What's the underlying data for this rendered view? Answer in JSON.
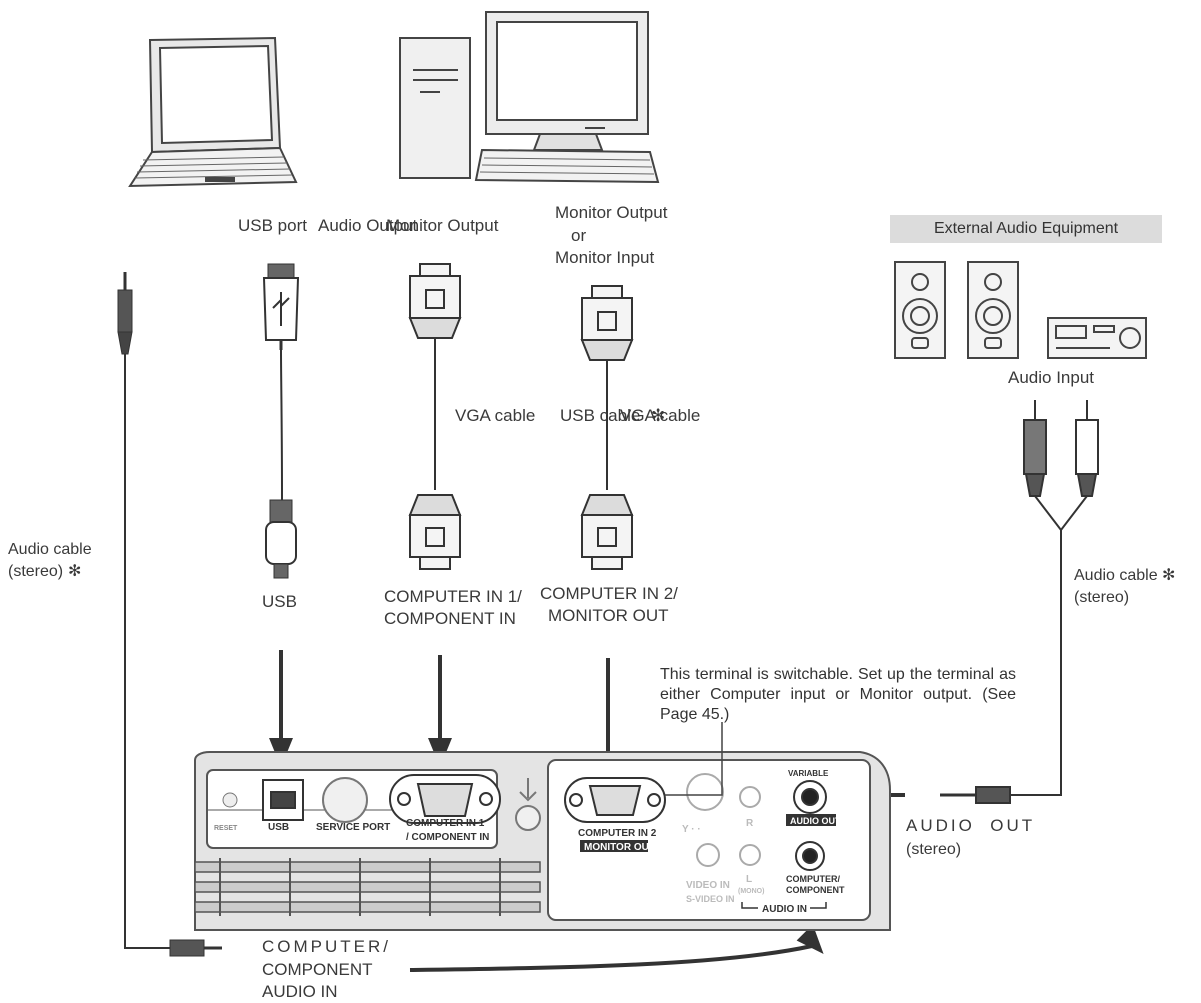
{
  "labels": {
    "usb_port": "USB port",
    "audio_output": "Audio Output",
    "monitor_output_1": "Monitor Output",
    "monitor_output_2": "Monitor Output",
    "or": "or",
    "monitor_input": "Monitor Input",
    "external_audio": "External Audio Equipment",
    "audio_input": "Audio Input",
    "vga_cable_1": "VGA cable",
    "usb_cable": "USB cable",
    "vga_cable_2": "VGA cable",
    "audio_cable_left": "Audio cable",
    "audio_cable_left_stereo": "(stereo)",
    "usb_terminal": "USB",
    "computer_in_1_l1": "COMPUTER IN 1/",
    "computer_in_1_l2": "COMPONENT IN",
    "computer_in_2_l1": "COMPUTER IN 2/",
    "computer_in_2_l2": "MONITOR OUT",
    "audio_cable_right": "Audio cable",
    "audio_cable_right_stereo": "(stereo)",
    "switch_note": "This terminal is switchable. Set up the terminal as either Computer input or Monitor output. (See Page 45.)",
    "audio_out": "AUDIO  OUT",
    "audio_out_stereo": "(stereo)",
    "comp_audio_l1": "COMPUTER/",
    "comp_audio_l2": "COMPONENT",
    "comp_audio_l3": "AUDIO IN",
    "asterisk": "✻"
  },
  "panel_labels": {
    "reset": "RESET",
    "usb": "USB",
    "service_port": "SERVICE PORT",
    "computer_in_1": "COMPUTER IN  1",
    "component_in": "/ COMPONENT IN",
    "computer_in_2": "COMPUTER IN 2",
    "monitor_out": "MONITOR OUT",
    "variable": "VARIABLE",
    "audio_out": "AUDIO OUT",
    "r": "R",
    "l_mono": "L",
    "mono": "(MONO)",
    "video_in": "VIDEO IN",
    "s_video_in": "S-VIDEO IN",
    "y_pb_pr": "Y  ·  ·",
    "computer_component": "COMPUTER/",
    "component": "COMPONENT",
    "audio_in": "AUDIO IN"
  }
}
